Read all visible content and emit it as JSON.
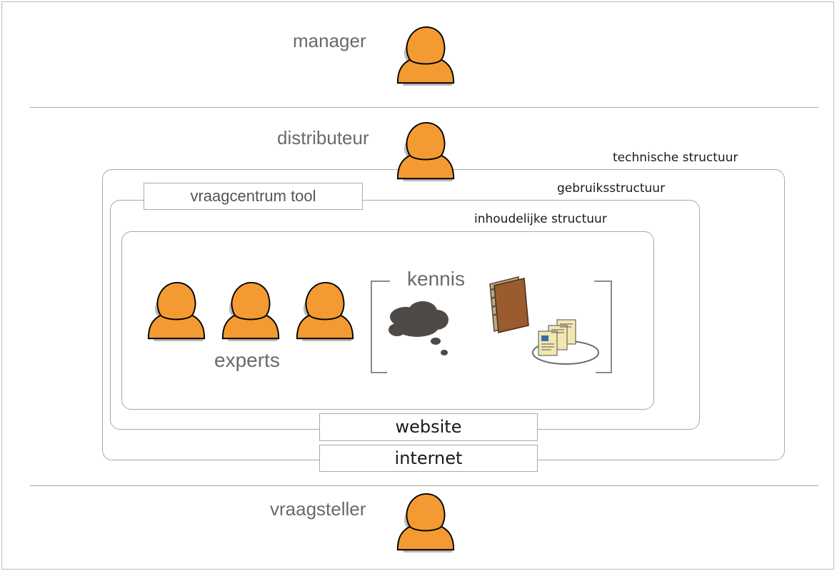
{
  "roles": {
    "manager": "manager",
    "distributeur": "distributeur",
    "vraagsteller": "vraagsteller",
    "experts": "experts"
  },
  "structures": {
    "technische": "technische structuur",
    "gebruiks": "gebruiksstructuur",
    "inhoudelijke": "inhoudelijke structuur"
  },
  "tool_label": "vraagcentrum tool",
  "kennis_label": "kennis",
  "channels": {
    "website": "website",
    "internet": "internet"
  },
  "colors": {
    "person_fill": "#f39a33",
    "person_outline": "#000000",
    "line": "#a9a9a9",
    "label_text": "#6a6a6a"
  },
  "icons": {
    "person": "person-icon",
    "cloud": "thought-cloud-icon",
    "book": "book-icon",
    "documents": "documents-icon"
  }
}
